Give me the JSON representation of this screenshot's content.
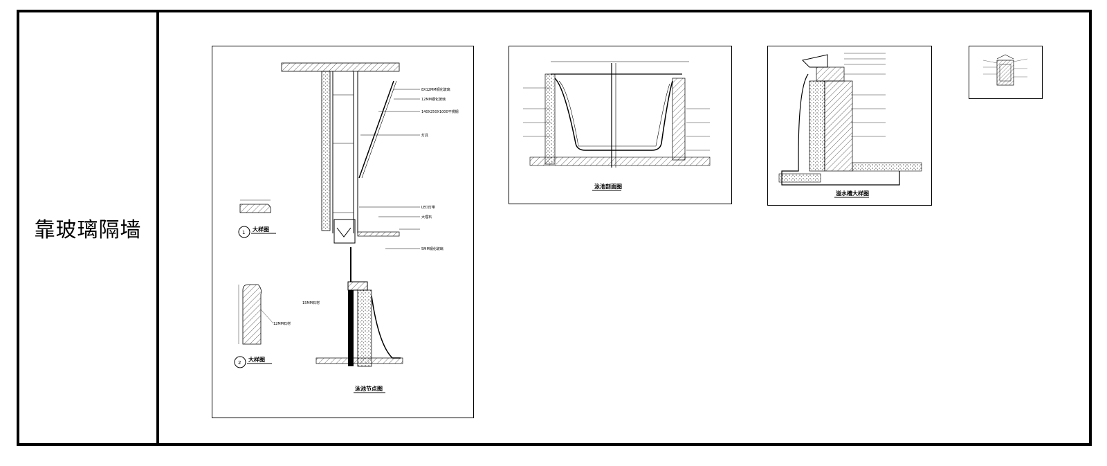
{
  "title": "靠玻璃隔墙",
  "sheet1": {
    "labels": [
      "8X12MM钢化玻璃",
      "12MM钢化玻璃",
      "140X250X1000不锈钢",
      "灯具",
      "LED灯带",
      "大理石",
      "5MM钢化玻璃",
      "15MM石材"
    ],
    "detail_titles": [
      "大样图",
      "大样图"
    ],
    "dim_label": "12MM石材",
    "caption": "泳池节点图",
    "marker_1": "1",
    "marker_2": "2"
  },
  "sheet2": {
    "caption": "泳池剖面图"
  },
  "sheet3": {
    "caption": "溢水槽大样图"
  },
  "colors": {
    "line": "#000000",
    "background": "#ffffff"
  }
}
